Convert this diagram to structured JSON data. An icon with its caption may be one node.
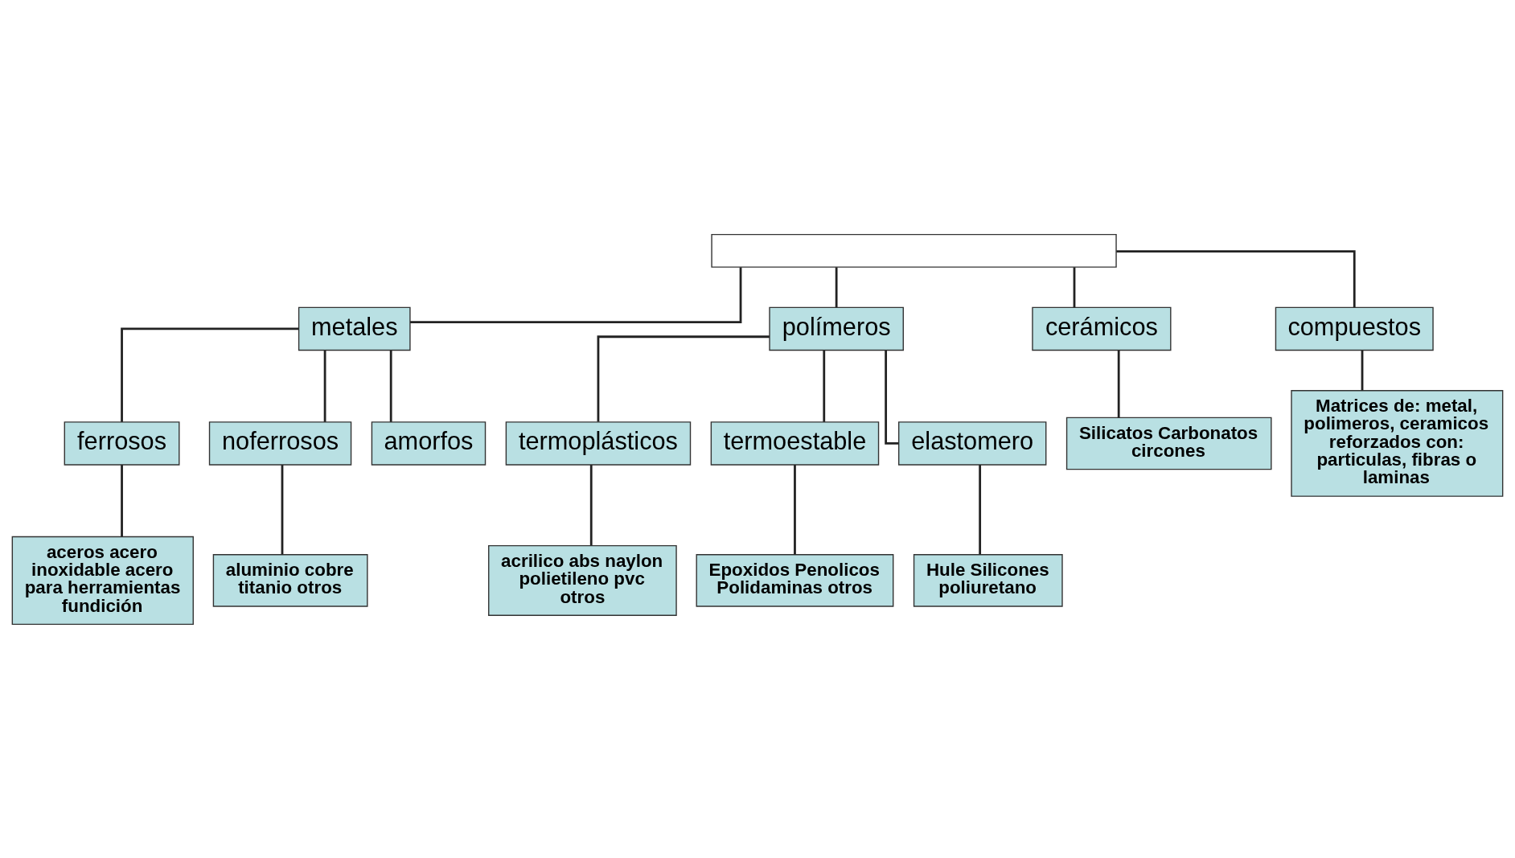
{
  "diagram": {
    "nodes": [
      {
        "text": [],
        "shape": "box"
      },
      {
        "text": [
          "metales"
        ]
      },
      {
        "text": [
          "polímeros"
        ]
      },
      {
        "text": [
          "cerámicos"
        ]
      },
      {
        "text": [
          "compuestos"
        ]
      },
      {
        "text": [
          "ferrosos"
        ]
      },
      {
        "text": [
          "noferrosos"
        ]
      },
      {
        "text": [
          "amorfos"
        ]
      },
      {
        "text": [
          "termoplásticos"
        ]
      },
      {
        "text": [
          "termoestable"
        ]
      },
      {
        "text": [
          "elastomero"
        ]
      },
      {
        "text": [
          "Silicatos Carbonatos circones"
        ]
      },
      {
        "text": [
          "Matrices de: metal, polimeros, ceramicos reforzados con: particulas, fibras o laminas"
        ]
      },
      {
        "text": [
          "aceros acero inoxidable acero para herramientas fundición"
        ]
      },
      {
        "text": [
          "aluminio cobre titanio otros"
        ]
      },
      {
        "text": [
          "acrilico abs naylon polietileno pvc otros"
        ]
      },
      {
        "text": [
          "Epoxidos Penolicos Polidaminas otros"
        ]
      },
      {
        "text": [
          "Hule Silicones poliuretano"
        ]
      }
    ],
    "edges": [
      {
        "from": 0,
        "to": 1,
        "arrow": "none"
      },
      {
        "from": 0,
        "to": 2,
        "arrow": "none"
      },
      {
        "from": 0,
        "to": 3,
        "arrow": "none"
      },
      {
        "from": 0,
        "to": 4,
        "arrow": "none"
      },
      {
        "from": 1,
        "to": 5,
        "arrow": "none"
      },
      {
        "from": 1,
        "to": 6,
        "arrow": "none"
      },
      {
        "from": 1,
        "to": 7,
        "arrow": "none"
      },
      {
        "from": 2,
        "to": 8,
        "arrow": "none"
      },
      {
        "from": 2,
        "to": 9,
        "arrow": "none"
      },
      {
        "from": 2,
        "to": 10,
        "arrow": "none"
      },
      {
        "from": 3,
        "to": 11,
        "arrow": "none"
      },
      {
        "from": 4,
        "to": 12,
        "arrow": "none"
      },
      {
        "from": 5,
        "to": 13,
        "arrow": "none"
      },
      {
        "from": 6,
        "to": 14,
        "arrow": "none"
      },
      {
        "from": 8,
        "to": 15,
        "arrow": "none"
      },
      {
        "from": 9,
        "to": 16,
        "arrow": "none"
      },
      {
        "from": 10,
        "to": 17,
        "arrow": "none"
      }
    ]
  }
}
